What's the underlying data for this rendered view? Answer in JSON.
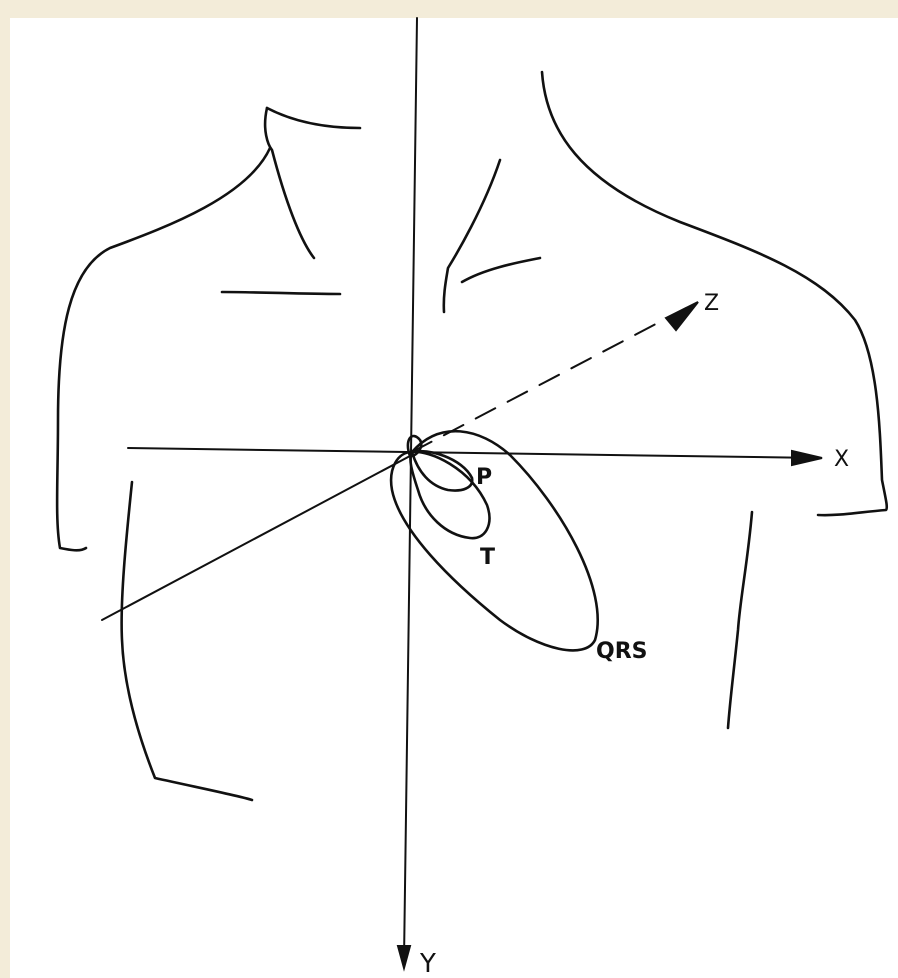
{
  "diagram": {
    "colors": {
      "ink": "#111111",
      "paper": "#ffffff",
      "border": "#f3ecd9"
    },
    "labels": {
      "x_axis": "X",
      "y_axis": "Y",
      "z_axis": "Z",
      "loop_p": "P",
      "loop_t": "T",
      "loop_qrs": "QRS"
    }
  }
}
